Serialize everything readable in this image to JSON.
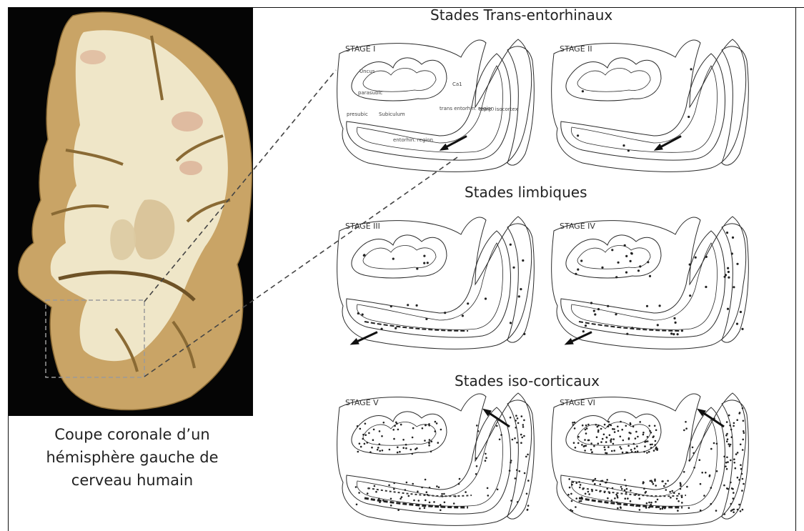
{
  "photo": {
    "caption_lines": [
      "Coupe coronale d’un",
      "hémisphère gauche de",
      "cerveau humain"
    ]
  },
  "sections": {
    "trans_entorhinal": "Stades Trans-entorhinaux",
    "limbic": "Stades limbiques",
    "isocortical": "Stades iso-corticaux"
  },
  "panels": [
    {
      "stage": "STAGE I",
      "density": 0
    },
    {
      "stage": "STAGE II",
      "density": 1
    },
    {
      "stage": "STAGE III",
      "density": 2
    },
    {
      "stage": "STAGE IV",
      "density": 3
    },
    {
      "stage": "STAGE V",
      "density": 4
    },
    {
      "stage": "STAGE VI",
      "density": 5
    }
  ],
  "region_labels": {
    "uncus": "Uncus",
    "parasubic": "parasubic",
    "presubic": "presubic",
    "subiculum": "Subiculum",
    "ca1": "Ca1",
    "trans_entorhinal_region": "trans entorhin. region",
    "entorhinal_region": "entorhin. region",
    "temporal_isocortex": "temp. isocortex"
  },
  "colors": {
    "background": "#ffffff",
    "photo_background": "#050505",
    "white_matter": "#efe6c8",
    "grey_matter": "#c9a466",
    "line": "#2a2a2a"
  }
}
